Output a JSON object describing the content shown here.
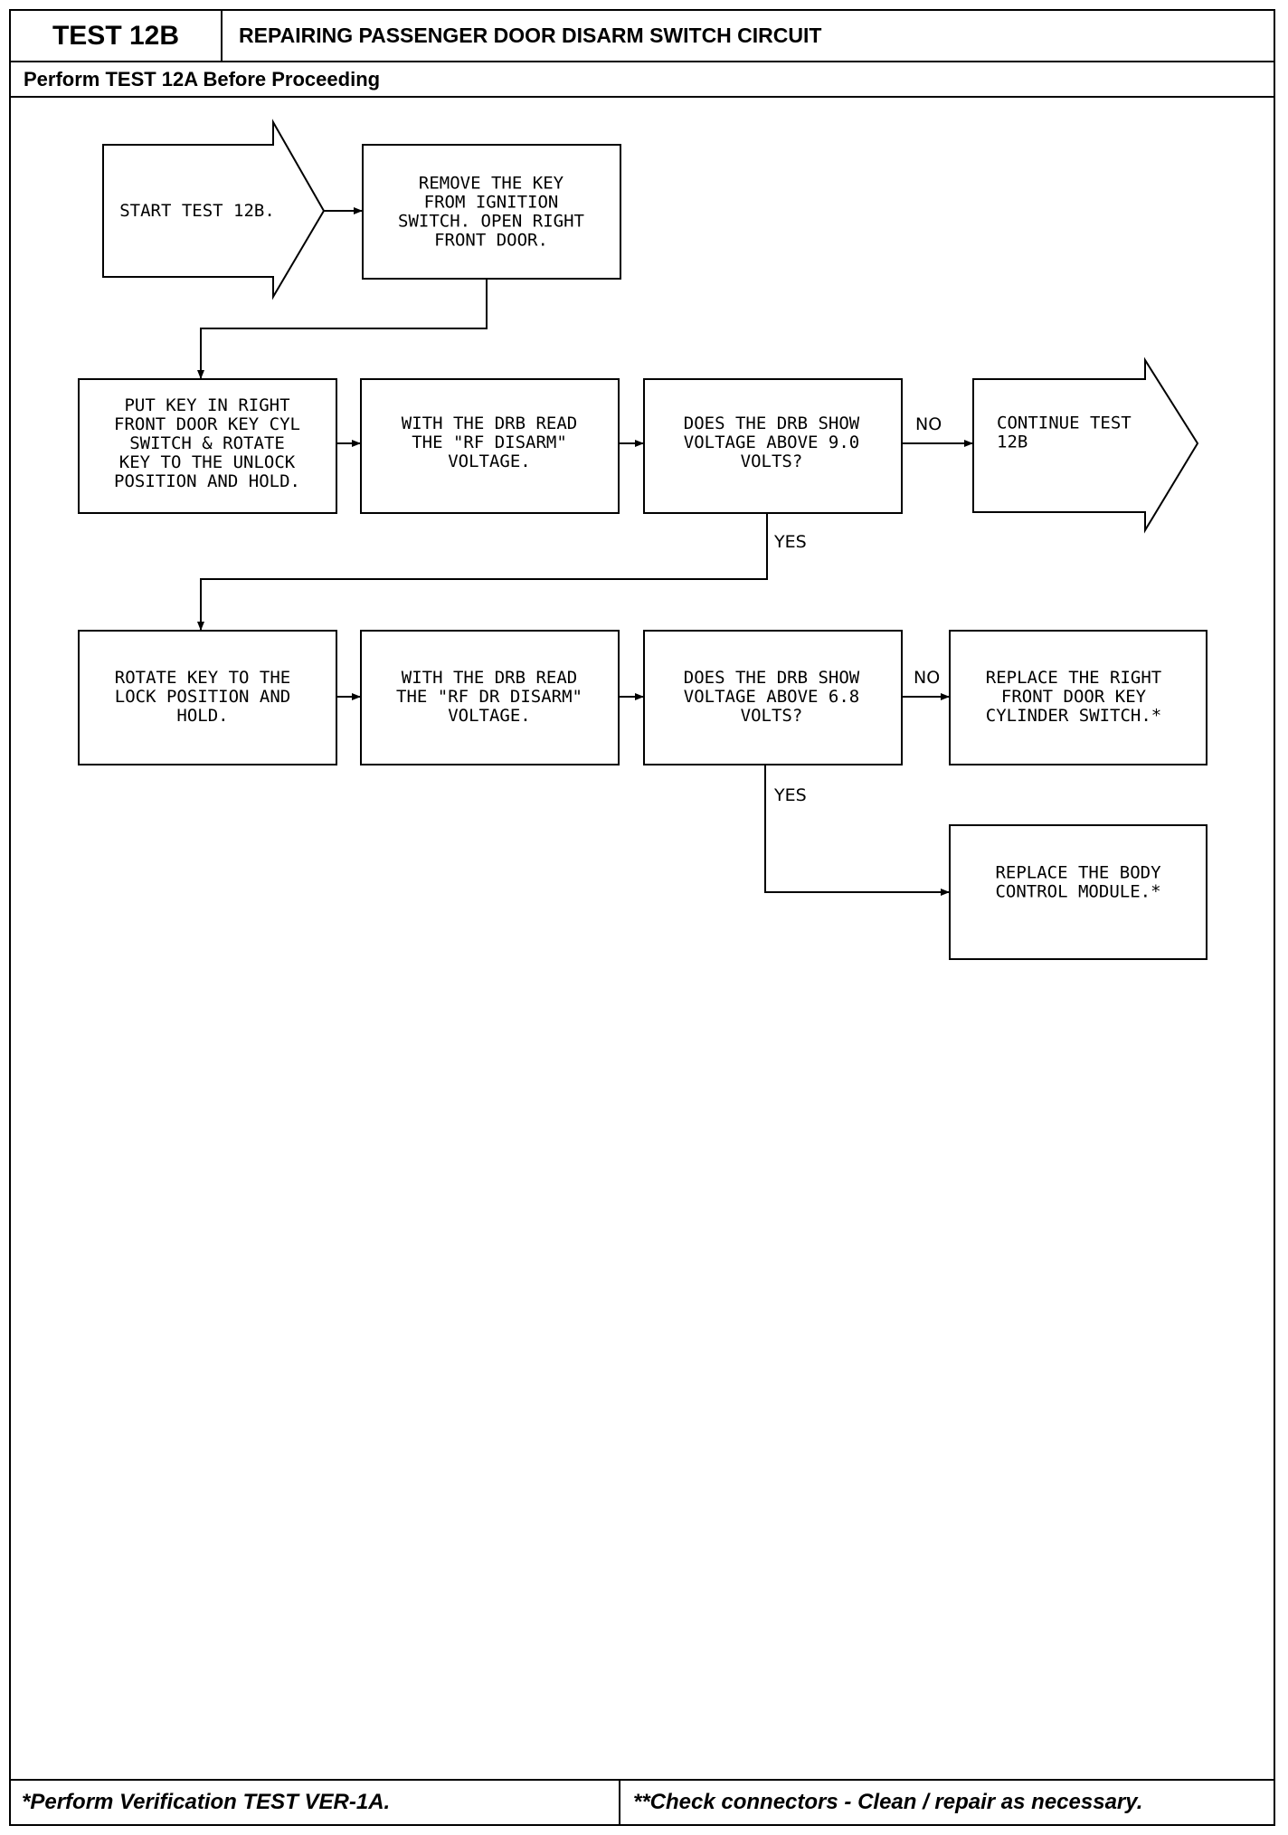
{
  "header": {
    "test_id": "TEST 12B",
    "title": "REPAIRING PASSENGER DOOR DISARM SWITCH CIRCUIT",
    "subtitle": "Perform TEST 12A Before Proceeding"
  },
  "flowchart": {
    "start": [
      "START TEST 12B."
    ],
    "step_remove_key": [
      "REMOVE THE KEY",
      "FROM IGNITION",
      "SWITCH. OPEN RIGHT",
      "FRONT DOOR."
    ],
    "step_put_key": [
      "PUT KEY IN RIGHT",
      "FRONT DOOR KEY CYL",
      "SWITCH & ROTATE",
      "KEY TO THE UNLOCK",
      "POSITION AND HOLD."
    ],
    "step_read_rf": [
      "WITH THE DRB READ",
      "THE \"RF DISARM\"",
      "VOLTAGE."
    ],
    "decision_9v": [
      "DOES THE DRB SHOW",
      "VOLTAGE ABOVE 9.0",
      "VOLTS?"
    ],
    "continue": [
      "CONTINUE TEST",
      "12B"
    ],
    "step_rotate_lock": [
      "ROTATE KEY TO THE",
      "LOCK POSITION AND",
      "HOLD."
    ],
    "step_read_rf_dr": [
      "WITH THE DRB READ",
      "THE \"RF DR DISARM\"",
      "VOLTAGE."
    ],
    "decision_6v": [
      "DOES THE DRB SHOW",
      "VOLTAGE ABOVE 6.8",
      "VOLTS?"
    ],
    "replace_switch": [
      "REPLACE THE RIGHT",
      "FRONT DOOR KEY",
      "CYLINDER SWITCH.*"
    ],
    "replace_bcm": [
      "REPLACE THE BODY",
      "CONTROL MODULE.*"
    ],
    "labels": {
      "no_1": "NO",
      "yes_1": "YES",
      "no_2": "NO",
      "yes_2": "YES"
    }
  },
  "footer": {
    "left": "*Perform Verification TEST VER-1A.",
    "right": "**Check connectors - Clean / repair as necessary."
  }
}
